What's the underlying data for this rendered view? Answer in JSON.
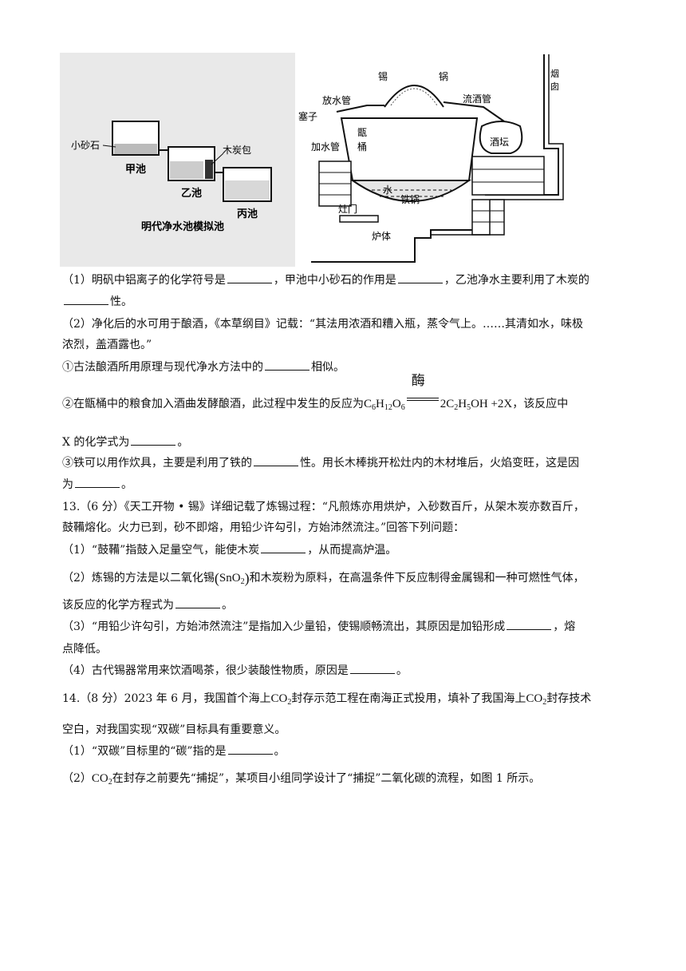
{
  "figures": {
    "left": {
      "caption": "明代净水池模拟池",
      "labels": {
        "gravel": "小砂石",
        "pool_a": "甲池",
        "pool_b": "乙池",
        "pool_c": "丙池",
        "charcoal": "木炭包"
      }
    },
    "right": {
      "labels": {
        "tin_1": "锡",
        "tin_2": "锅",
        "drain": "放水管",
        "wine_pipe": "流酒管",
        "plug": "塞子",
        "zeng": "甑",
        "tong": "桶",
        "add_water": "加水管",
        "jar": "酒坛",
        "water": "水",
        "iron_pot": "铁锅",
        "stove_door": "灶门",
        "furnace": "炉体",
        "chimney_1": "烟",
        "chimney_2": "囱"
      }
    }
  },
  "q12": {
    "p1_a": "（1）明矾中铝离子的化学符号是",
    "p1_b": "，甲池中小砂石的作用是",
    "p1_c": "，乙池净水主要利用了木炭的",
    "p1_d": "性。",
    "p2_a": "（2）净化后的水可用于酿酒，《本草纲目》记载：“其法用浓酒和糟入瓶，蒸令气上。……其清如水，味极",
    "p2_b": "浓烈，盖酒露也。”",
    "s1_a": "①古法酿酒所用原理与现代净水方法中的",
    "s1_b": "相似。",
    "s2_a": "②在甑桶中的粮食加入酒曲发酵酿酒，此过程中发生的反应为",
    "s2_cat": "酶",
    "s2_tail": "，该反应中",
    "s2_b": "X 的化学式为",
    "s2_c": "。",
    "s3_a": "③铁可以用作炊具，主要是利用了铁的",
    "s3_b": "性。用长木棒挑开松灶内的木材堆后，火焰变旺，这是因",
    "s3_c": "为",
    "s3_d": "。"
  },
  "q13": {
    "intro_a": "13.（6 分）《天工开物 • 锡》详细记载了炼锡过程：“凡煎炼亦用烘炉，入砂数百斤，从架木炭亦数百斤，",
    "intro_b": "鼓鞴熔化。火力已到，砂不即熔，用铅少许勾引，方始沛然流注。”回答下列问题：",
    "p1_a": "（1）“鼓鞴”指鼓入足量空气，能使木炭",
    "p1_b": "，从而提高炉温。",
    "p2_a": "（2）炼锡的方法是以二氧化锡",
    "p2_b": "和木炭粉为原料，在高温条件下反应制得金属锡和一种可燃性气体，",
    "p2_c": "该反应的化学方程式为",
    "p2_d": "。",
    "p3_a": "（3）“用铅少许勾引，方始沛然流注”是指加入少量铅，使锡顺畅流出，其原因是加铅形成",
    "p3_b": "，熔",
    "p3_c": "点降低。",
    "p4_a": "（4）古代锡器常用来饮酒喝茶，很少装酸性物质，原因是",
    "p4_b": "。"
  },
  "q14": {
    "intro_a": "14.（8 分）2023 年 6 月，我国首个海上",
    "intro_b": "封存示范工程在南海正式投用，填补了我国海上",
    "intro_c": "封存技术",
    "intro_d": "空白，对我国实现“双碳”目标具有重要意义。",
    "p1_a": "（1）“双碳”目标里的“碳”指的是",
    "p1_b": "。",
    "p2_a": "（2）",
    "p2_b": "在封存之前要先“捕捉”，某项目小组同学设计了“捕捉”二氧化碳的流程，如图 1 所示。"
  }
}
